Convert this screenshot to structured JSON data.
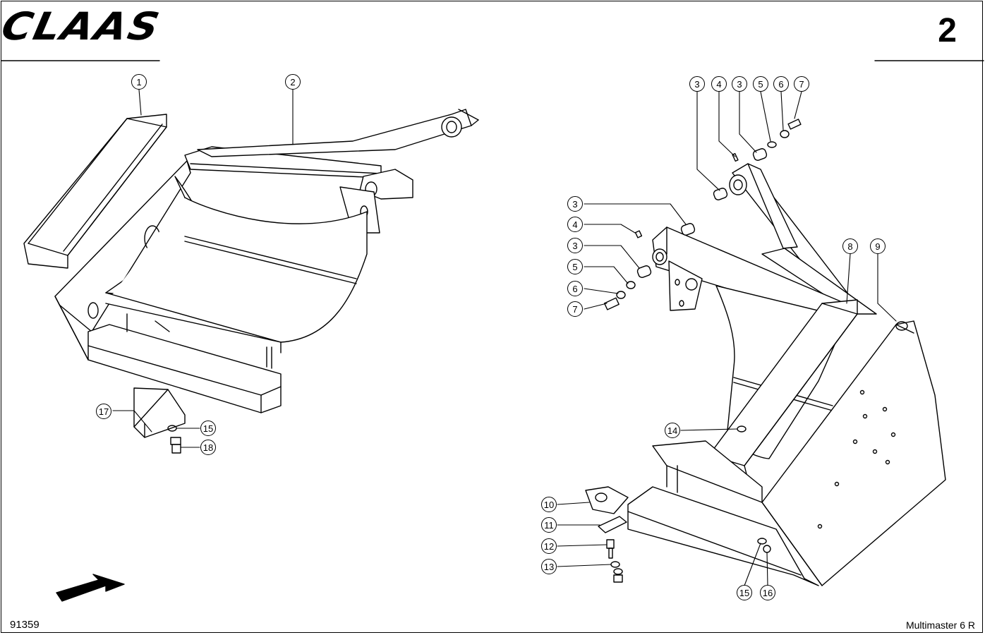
{
  "header": {
    "brand": "CLAAS",
    "page_number": "2"
  },
  "footer": {
    "drawing_number": "91359",
    "model": "Multimaster 6 R"
  },
  "callouts": {
    "left": [
      {
        "id": "c1",
        "label": "1"
      },
      {
        "id": "c2",
        "label": "2"
      },
      {
        "id": "c17",
        "label": "17"
      },
      {
        "id": "c15a",
        "label": "15"
      },
      {
        "id": "c18",
        "label": "18"
      }
    ],
    "right_top": [
      {
        "id": "t3a",
        "label": "3"
      },
      {
        "id": "t4",
        "label": "4"
      },
      {
        "id": "t3b",
        "label": "3"
      },
      {
        "id": "t5",
        "label": "5"
      },
      {
        "id": "t6",
        "label": "6"
      },
      {
        "id": "t7",
        "label": "7"
      }
    ],
    "right_side": [
      {
        "id": "s3a",
        "label": "3"
      },
      {
        "id": "s4",
        "label": "4"
      },
      {
        "id": "s3b",
        "label": "3"
      },
      {
        "id": "s5",
        "label": "5"
      },
      {
        "id": "s6",
        "label": "6"
      },
      {
        "id": "s7",
        "label": "7"
      },
      {
        "id": "c8",
        "label": "8"
      },
      {
        "id": "c9",
        "label": "9"
      },
      {
        "id": "c14",
        "label": "14"
      },
      {
        "id": "c10",
        "label": "10"
      },
      {
        "id": "c11",
        "label": "11"
      },
      {
        "id": "c12",
        "label": "12"
      },
      {
        "id": "c13",
        "label": "13"
      },
      {
        "id": "c15b",
        "label": "15"
      },
      {
        "id": "c16",
        "label": "16"
      }
    ]
  }
}
